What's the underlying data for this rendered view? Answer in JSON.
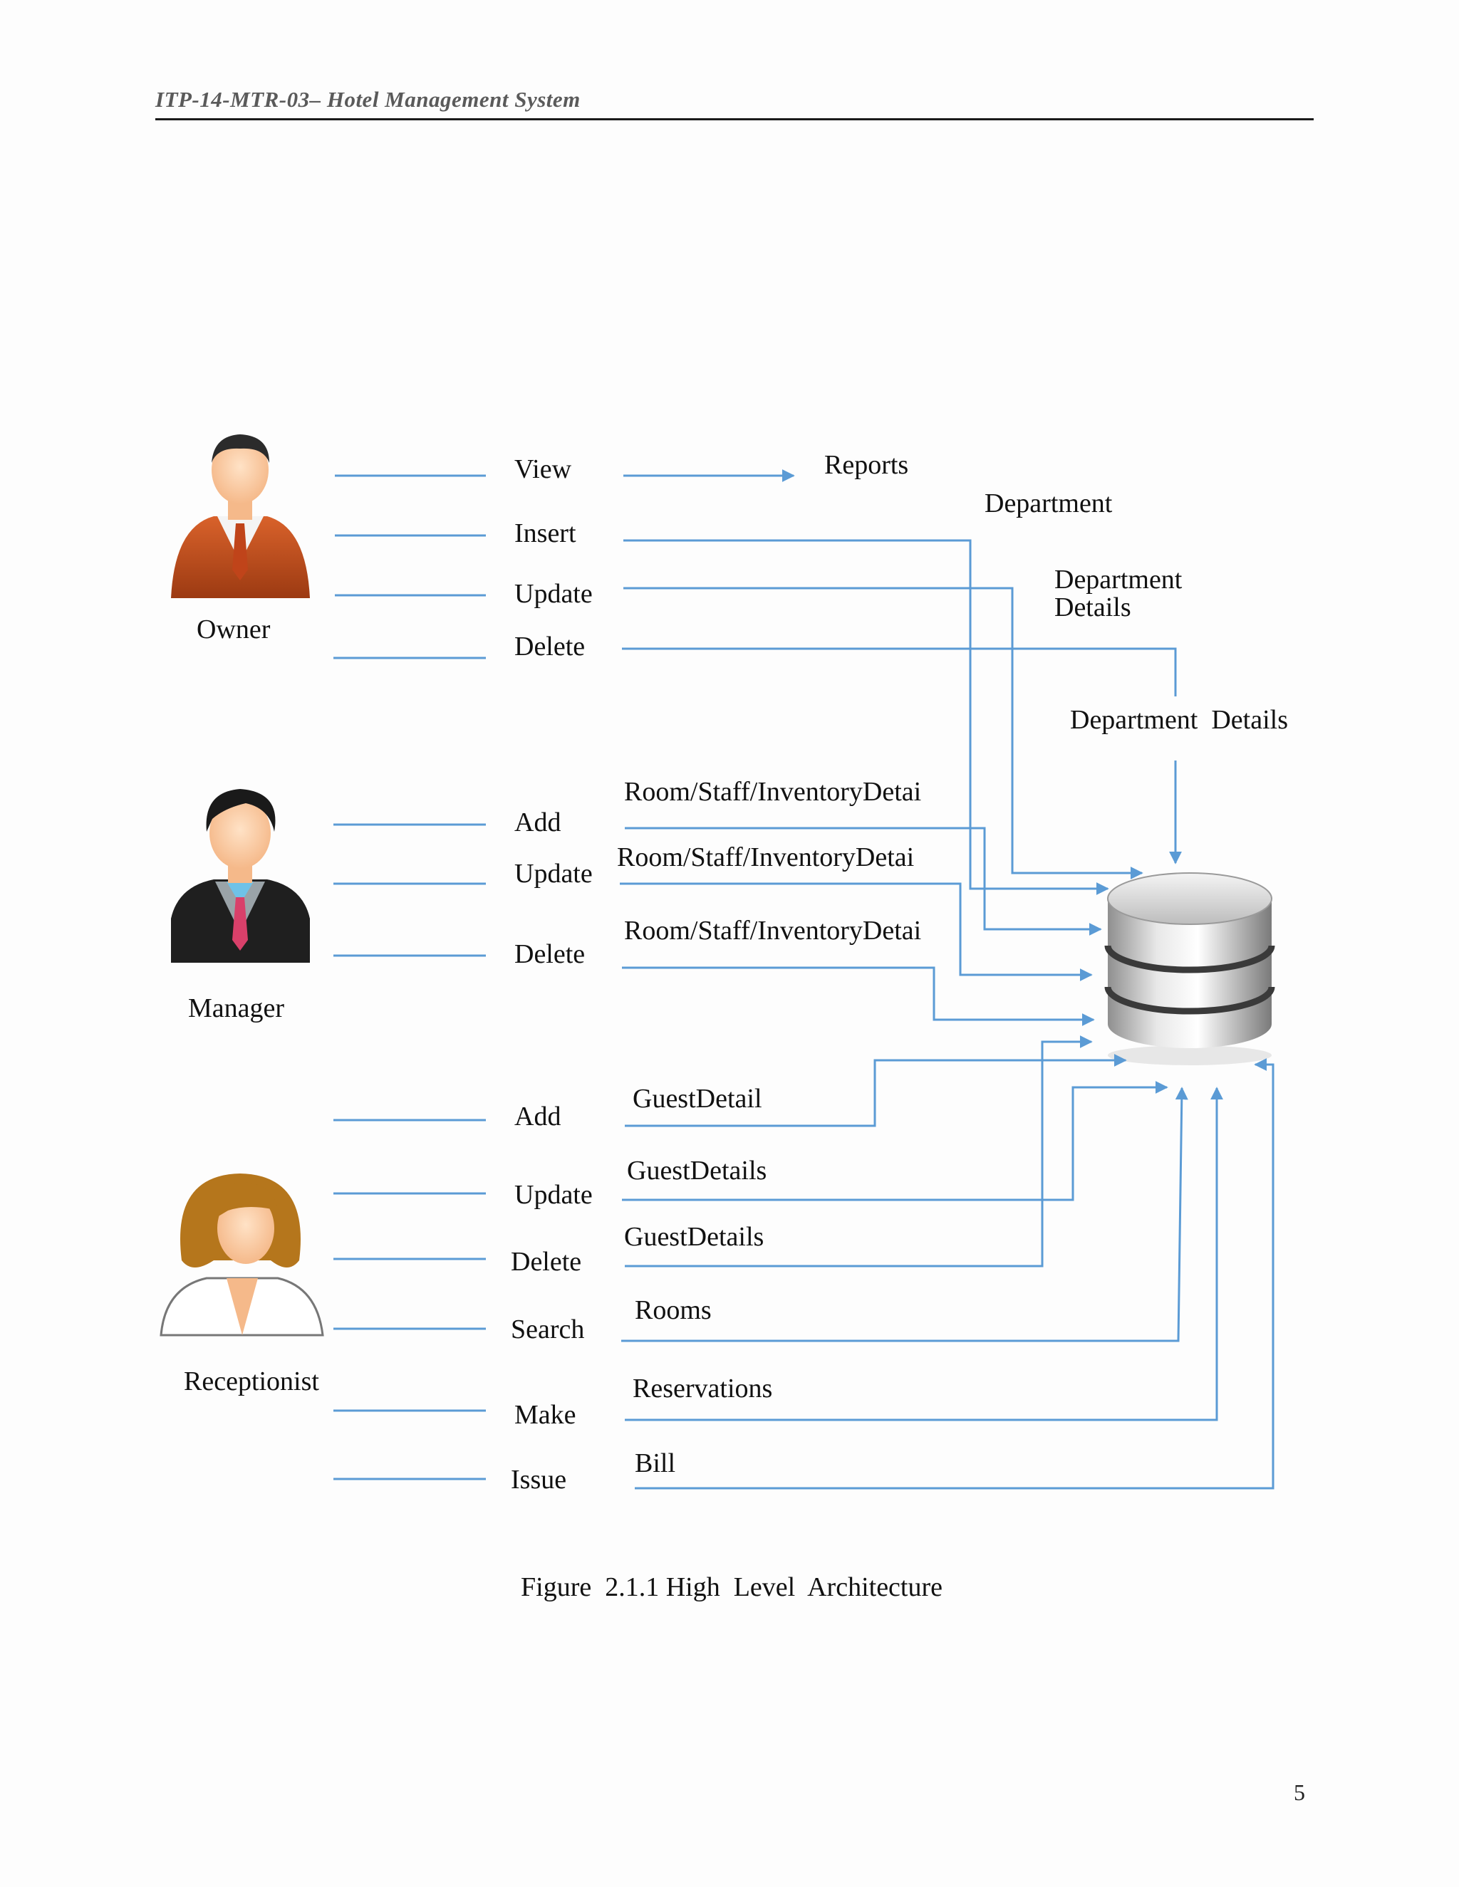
{
  "header": {
    "title": "ITP-14-MTR-03– Hotel Management System"
  },
  "actors": {
    "owner": {
      "label": "Owner",
      "actions": {
        "view": "View",
        "insert": "Insert",
        "update": "Update",
        "delete": "Delete"
      }
    },
    "manager": {
      "label": "Manager",
      "actions": {
        "add": "Add",
        "update": "Update",
        "delete": "Delete"
      }
    },
    "receptionist": {
      "label": "Receptionist",
      "actions": {
        "add": "Add",
        "update": "Update",
        "delete": "Delete",
        "search": "Search",
        "make": "Make",
        "issue": "Issue"
      }
    }
  },
  "objects": {
    "reports": "Reports",
    "department": "Department",
    "department_details_1": "Department",
    "department_details_2": "Details",
    "department_details_inline": "Department  Details",
    "room_add": "Room/Staff/InventoryDetai",
    "room_update": "Room/Staff/InventoryDetai",
    "room_delete": "Room/Staff/InventoryDetai",
    "guest_add": "GuestDetail",
    "guest_update": "GuestDetails",
    "guest_delete": "GuestDetails",
    "rooms": "Rooms",
    "reservations": "Reservations",
    "bill": "Bill"
  },
  "database": {
    "icon": "database-icon"
  },
  "colors": {
    "connector": "#5b9bd5"
  },
  "caption": "Figure  2.1.1 High  Level  Architecture",
  "page_number": "5"
}
